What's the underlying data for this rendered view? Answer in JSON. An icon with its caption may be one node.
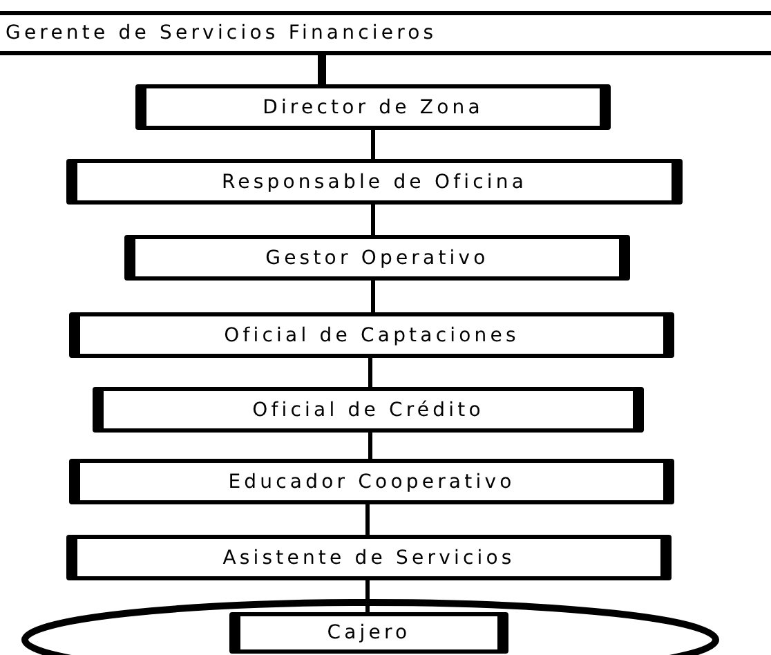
{
  "diagram": {
    "nodes": [
      {
        "text": [
          "Gerente de Servicios Financieros"
        ]
      },
      {
        "text": [
          "Director de Zona"
        ]
      },
      {
        "text": [
          "Responsable de Oficina"
        ]
      },
      {
        "text": [
          "Gestor Operativo"
        ]
      },
      {
        "text": [
          "Oficial de Captaciones"
        ]
      },
      {
        "text": [
          "Oficial de Crédito"
        ]
      },
      {
        "text": [
          "Educador Cooperativo"
        ]
      },
      {
        "text": [
          "Asistente de Servicios"
        ]
      },
      {
        "text": [],
        "shape": "ellipse"
      },
      {
        "text": [
          "Cajero"
        ],
        "in": 8
      }
    ],
    "edges": [
      {
        "from": 0,
        "to": 1,
        "arrow": "none",
        "style": "thick"
      },
      {
        "from": 1,
        "to": 2,
        "arrow": "none"
      },
      {
        "from": 2,
        "to": 3,
        "arrow": "none"
      },
      {
        "from": 3,
        "to": 4,
        "arrow": "none"
      },
      {
        "from": 4,
        "to": 5,
        "arrow": "none"
      },
      {
        "from": 5,
        "to": 6,
        "arrow": "none"
      },
      {
        "from": 6,
        "to": 7,
        "arrow": "none"
      },
      {
        "from": 7,
        "to": 9,
        "arrow": "none"
      }
    ]
  }
}
